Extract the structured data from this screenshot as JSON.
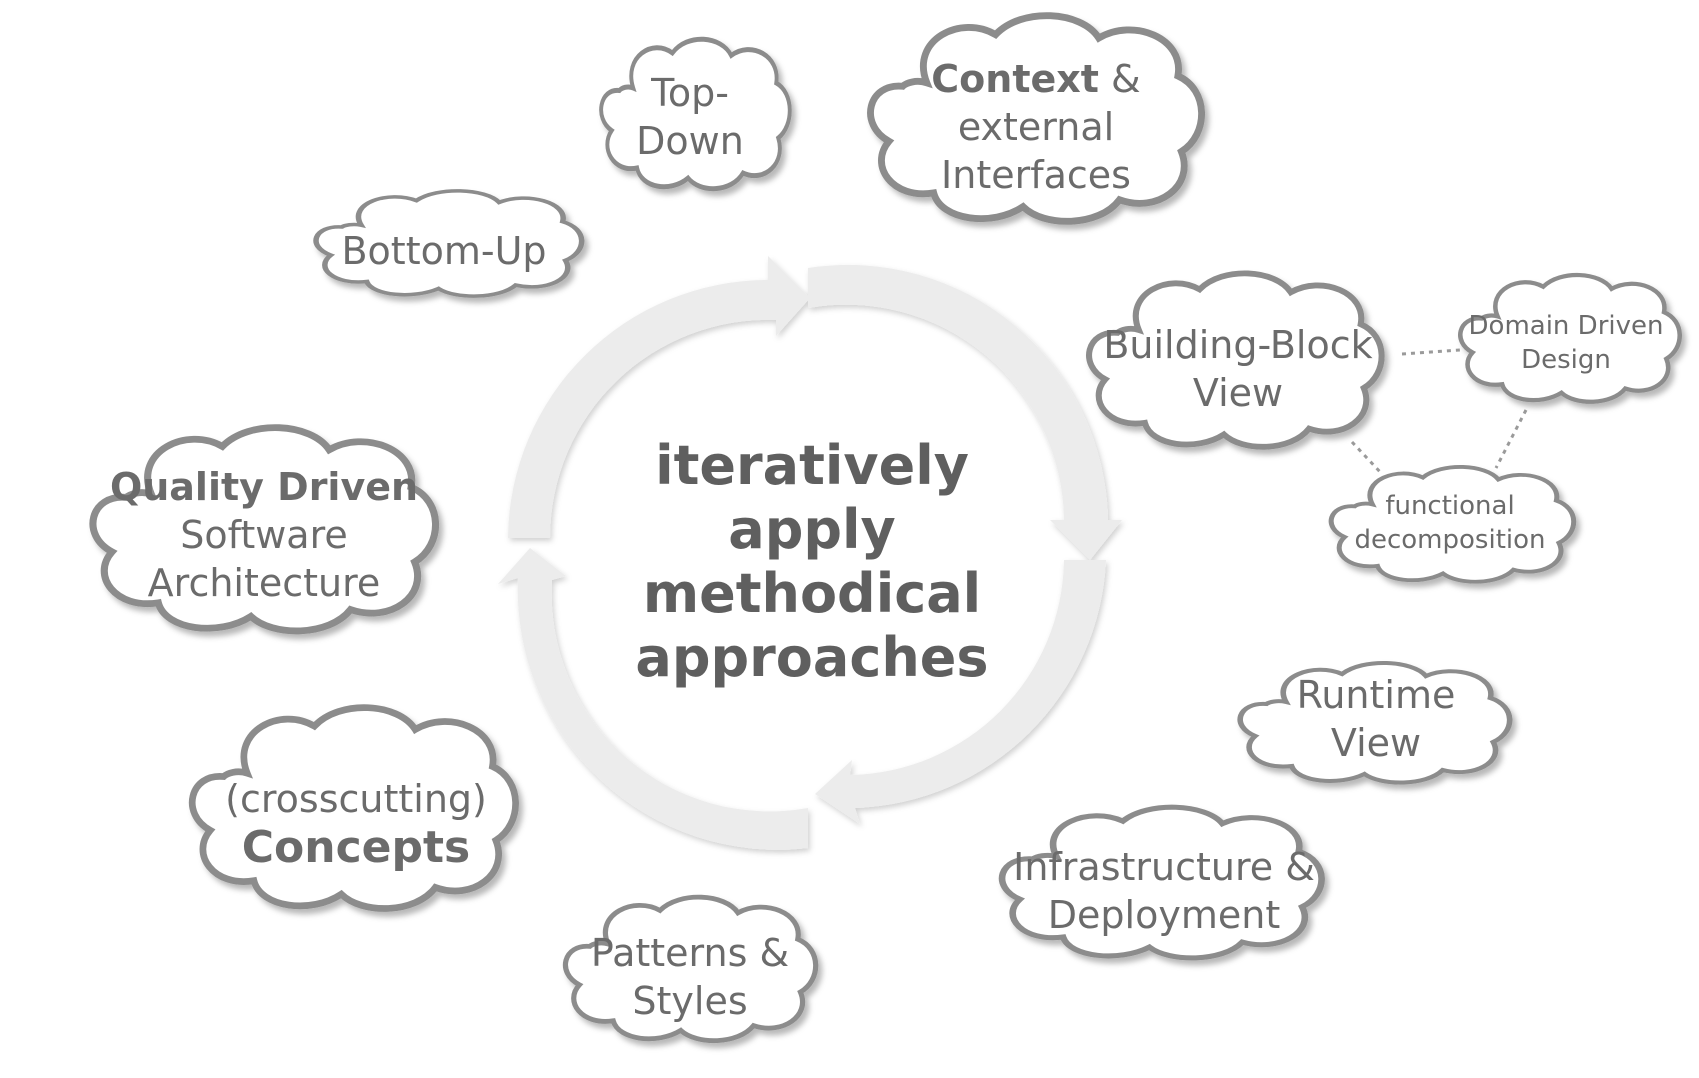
{
  "center": {
    "lines": [
      "iteratively",
      "apply",
      "methodical",
      "approaches"
    ]
  },
  "clouds": {
    "top_down": [
      "Top-",
      "Down"
    ],
    "context": {
      "bold": "Context",
      "rest": " &",
      "line2": "external",
      "line3": "Interfaces"
    },
    "bottom_up": "Bottom-Up",
    "building_block": [
      "Building-Block",
      "View"
    ],
    "domain_driven": [
      "Domain Driven",
      "Design"
    ],
    "functional": [
      "functional",
      "decomposition"
    ],
    "quality": {
      "bold": "Quality Driven",
      "line2": "Software",
      "line3": "Architecture"
    },
    "runtime": [
      "Runtime",
      "View"
    ],
    "concepts": {
      "line1": "(crosscutting)",
      "bold": "Concepts"
    },
    "infrastructure": [
      "Infrastructure &",
      "Deployment"
    ],
    "patterns": [
      "Patterns &",
      "Styles"
    ]
  },
  "colors": {
    "arrow_fill": "#ececec",
    "cloud_stroke": "#8c8c8c",
    "text": "#6b6b6b",
    "center_text": "#5f5f5f"
  }
}
